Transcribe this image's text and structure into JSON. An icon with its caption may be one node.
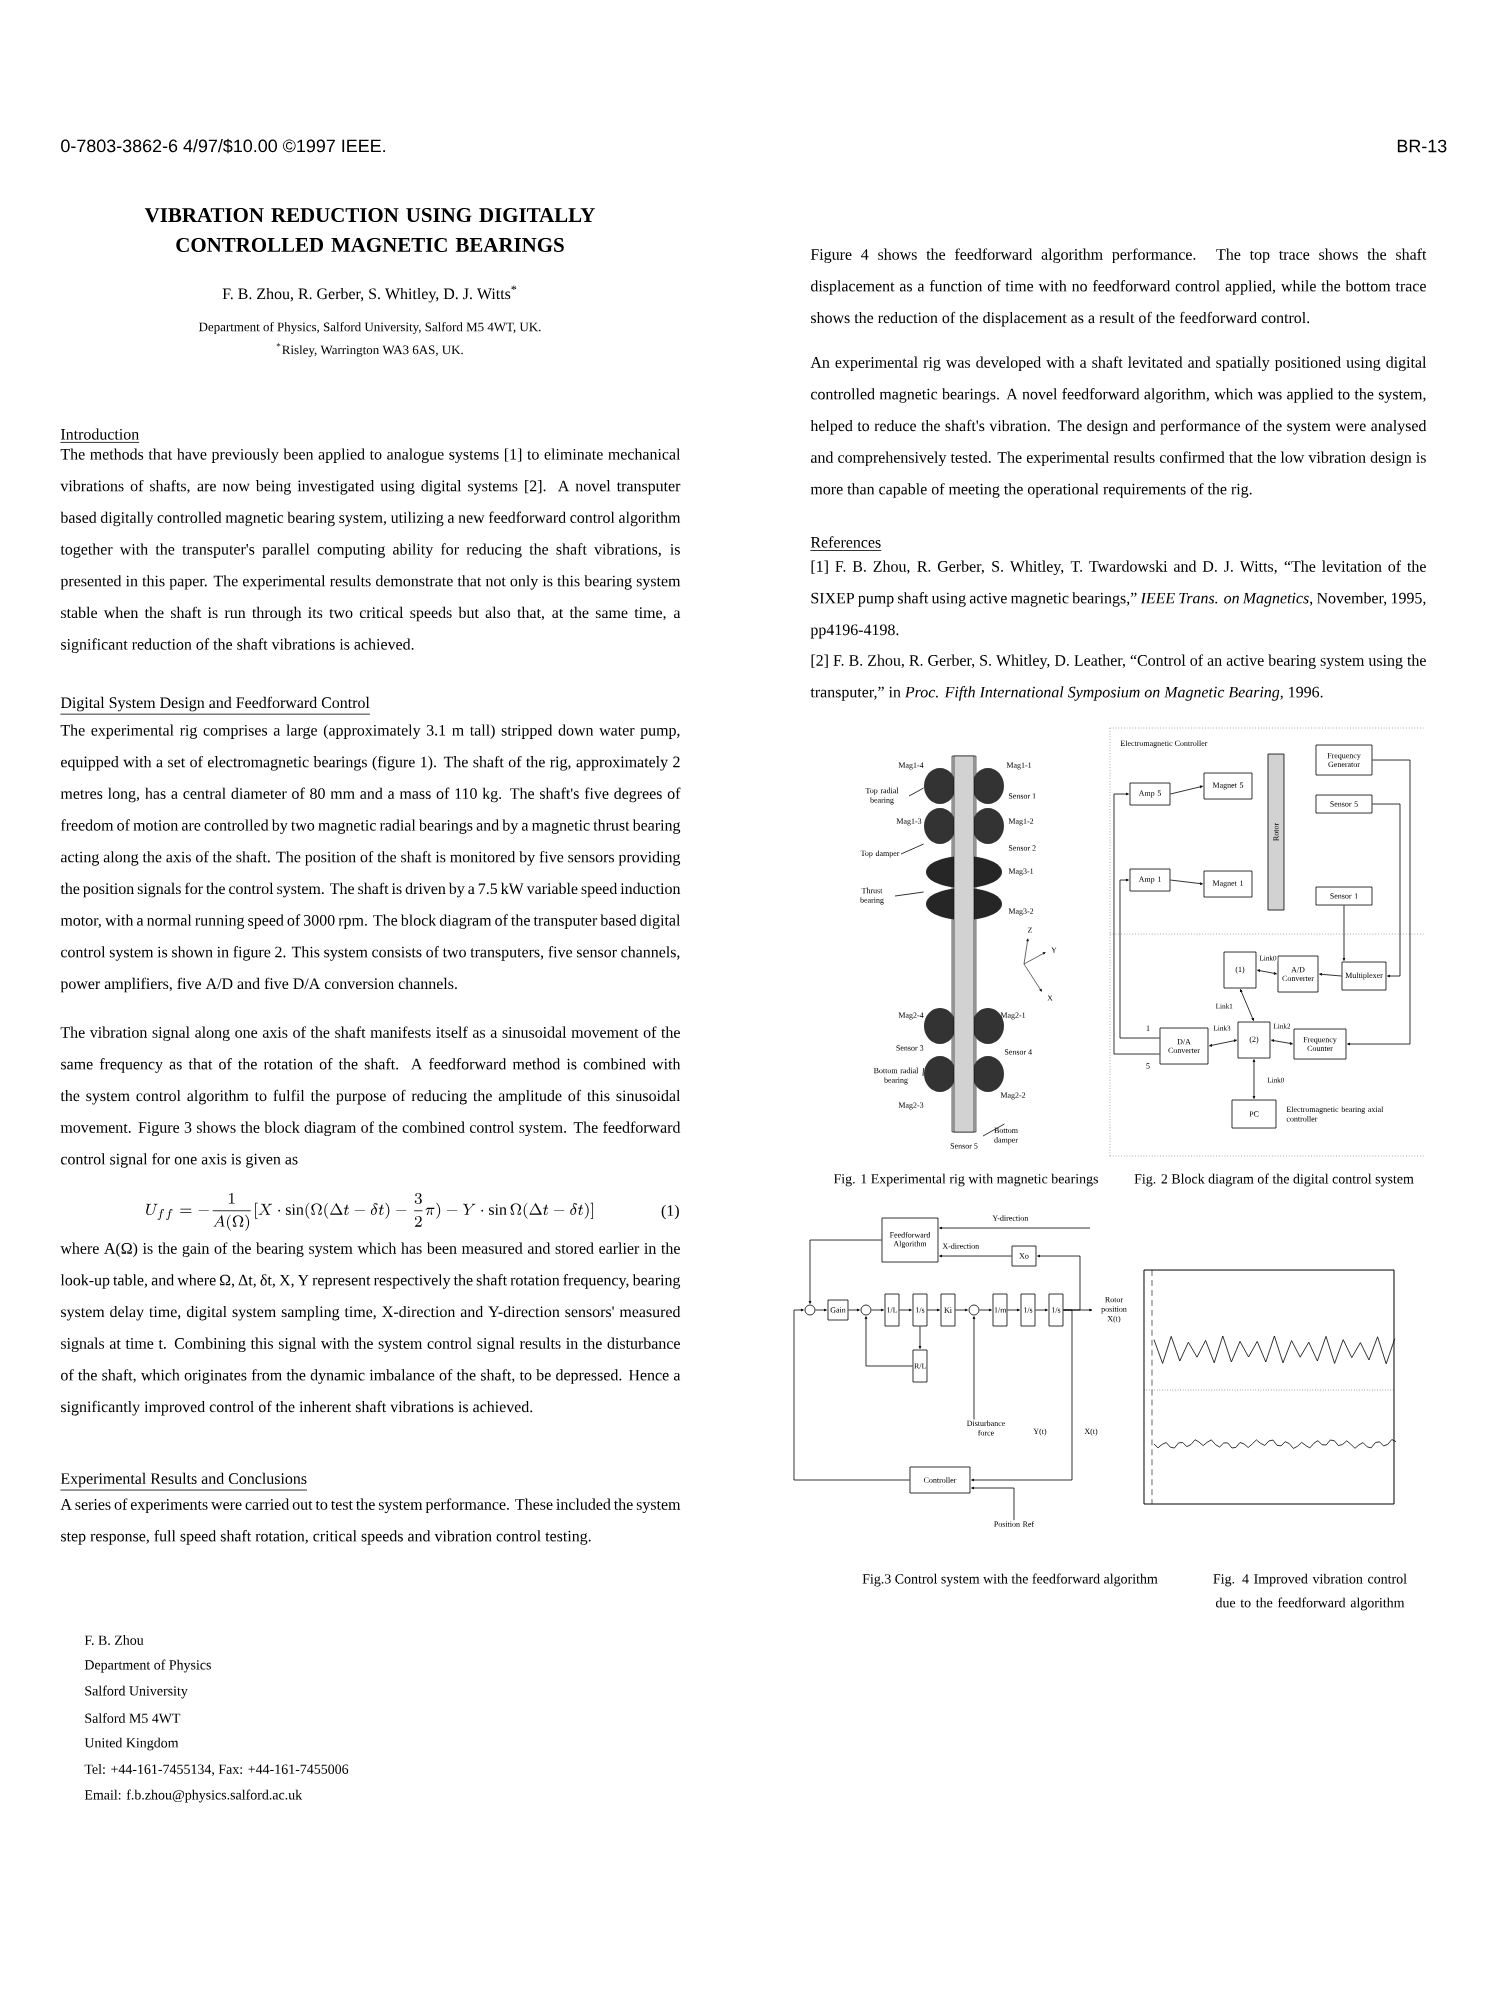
{
  "diagram": {
    "title": "VIBRATION REDUCTION USING DIGITALLY CONTROLLED MAGNETIC BEARINGS",
    "nodes": [
      {
        "text": [
          "Top radial bearing"
        ]
      },
      {
        "text": [
          "Top damper"
        ]
      },
      {
        "text": [
          "Thrust bearing"
        ]
      },
      {
        "text": [
          "Bottom radial bearing"
        ]
      },
      {
        "text": [
          "Bottom damper"
        ]
      },
      {
        "text": [
          "Amp 5"
        ]
      },
      {
        "text": [
          "Amp 1"
        ]
      },
      {
        "text": [
          "Magnet 5"
        ]
      },
      {
        "text": [
          "Magnet 1"
        ]
      },
      {
        "text": [
          "Rotor"
        ]
      },
      {
        "text": [
          "Frequency Generator"
        ]
      },
      {
        "text": [
          "Sensor 5"
        ]
      },
      {
        "text": [
          "Sensor 1"
        ]
      },
      {
        "text": [
          "(1)"
        ]
      },
      {
        "text": [
          "A/D Converter"
        ]
      },
      {
        "text": [
          "Multiplexer"
        ]
      },
      {
        "text": [
          "D/A Converter"
        ],
        "beside": [
          "1",
          "5"
        ]
      },
      {
        "text": [
          "(2)"
        ]
      },
      {
        "text": [
          "Frequency Counter"
        ]
      },
      {
        "text": [
          "PC"
        ]
      },
      {
        "text": [
          "Feedforward Algorithm"
        ]
      },
      {
        "text": [
          "Xo"
        ]
      },
      {
        "text": [],
        "shape": "circle"
      },
      {
        "text": [
          "Gain"
        ]
      },
      {
        "text": [],
        "shape": "circle"
      },
      {
        "text": [
          "1/L"
        ]
      },
      {
        "text": [
          "1/s"
        ]
      },
      {
        "text": [
          "Ki"
        ]
      },
      {
        "text": [],
        "shape": "circle"
      },
      {
        "text": [
          "1/m"
        ]
      },
      {
        "text": [
          "1/s"
        ]
      },
      {
        "text": [
          "1/s"
        ]
      },
      {
        "text": [
          "R/L"
        ]
      },
      {
        "text": [
          "Controller"
        ]
      },
      {
        "text": [],
        "shape": "picture"
      },
      {
        "text": [
          "Rotor position X(t)"
        ]
      },
      {
        "text": [
          "Disturbance force"
        ]
      },
      {
        "text": [
          "Position Ref"
        ]
      }
    ],
    "edges": [
      {
        "from": 0,
        "to": 34,
        "arrow": "none"
      },
      {
        "from": 1,
        "to": 34,
        "arrow": "none"
      },
      {
        "from": 2,
        "to": 34,
        "arrow": "none"
      },
      {
        "from": 3,
        "to": 34,
        "arrow": "none"
      },
      {
        "from": 4,
        "to": 34,
        "arrow": "none"
      },
      {
        "from": 5,
        "to": 7,
        "arrow": "to"
      },
      {
        "from": 6,
        "to": 8,
        "arrow": "to"
      },
      {
        "from": 11,
        "to": 15,
        "arrow": "to"
      },
      {
        "from": 12,
        "to": 15,
        "arrow": "to"
      },
      {
        "from": 10,
        "to": 18,
        "arrow": "to"
      },
      {
        "from": 15,
        "to": 14,
        "arrow": "to"
      },
      {
        "from": 14,
        "to": 13,
        "arrow": "both",
        "label": "Link0"
      },
      {
        "from": 13,
        "to": 17,
        "arrow": "both",
        "label": "Link1"
      },
      {
        "from": 16,
        "to": 17,
        "arrow": "both",
        "label": "Link3"
      },
      {
        "from": 17,
        "to": 18,
        "arrow": "both",
        "label": "Link2"
      },
      {
        "from": 17,
        "to": 19,
        "arrow": "both",
        "label": "Link0"
      },
      {
        "from": 16,
        "to": 6,
        "arrow": "to"
      },
      {
        "from": 16,
        "to": 5,
        "arrow": "to"
      },
      {
        "from": 22,
        "to": 23,
        "arrow": "to"
      },
      {
        "from": 23,
        "to": 24,
        "arrow": "to"
      },
      {
        "from": 24,
        "to": 25,
        "arrow": "to"
      },
      {
        "from": 25,
        "to": 26,
        "arrow": "to"
      },
      {
        "from": 26,
        "to": 27,
        "arrow": "to"
      },
      {
        "from": 26,
        "to": 32,
        "arrow": "to"
      },
      {
        "from": 32,
        "to": 24,
        "arrow": "to"
      },
      {
        "from": 27,
        "to": 28,
        "arrow": "to"
      },
      {
        "from": 28,
        "to": 29,
        "arrow": "to"
      },
      {
        "from": 29,
        "to": 30,
        "arrow": "to"
      },
      {
        "from": 30,
        "to": 31,
        "arrow": "to"
      },
      {
        "from": 31,
        "to": 35,
        "arrow": "to"
      },
      {
        "from": 31,
        "to": 33,
        "arrow": "to"
      },
      {
        "from": 33,
        "to": 22,
        "arrow": "to"
      },
      {
        "from": 31,
        "to": 21,
        "arrow": "to"
      },
      {
        "from": 21,
        "to": 20,
        "arrow": "to"
      },
      {
        "from": 20,
        "to": 22,
        "arrow": "to"
      },
      {
        "from": null,
        "to": 20,
        "arrow": "to"
      },
      {
        "from": 36,
        "to": 28,
        "arrow": "to"
      },
      {
        "from": 37,
        "to": 33,
        "arrow": "to"
      }
    ],
    "labels": [
      "0-7803-3862-6 4/97/$10.00 ©1997 IEEE.",
      "BR-13",
      "F. B. Zhou, R. Gerber, S. Whitley, D. J. Witts$^{*}$",
      "Department of Physics, Salford University, Salford M5 4WT, UK.",
      "$^{*}$Risley, Warrington WA3 6AS, UK.",
      "Introduction",
      "The methods that have previously been applied to analogue systems [1] to eliminate mechanical vibrations of shafts, are now being investigated using digital systems [2]. A novel transputer based digitally controlled magnetic bearing system, utilizing a new feedforward control algorithm together with the transputer's parallel computing ability for reducing the shaft vibrations, is presented in this paper. The experimental results demonstrate that not only is this bearing system stable when the shaft is run through its two critical speeds but also that, at the same time, a significant reduction of the shaft vibrations is achieved.",
      "Digital System Design and Feedforward Control",
      "The experimental rig comprises a large (approximately 3.1 m tall) stripped down water pump, equipped with a set of electromagnetic bearings (figure 1). The shaft of the rig, approximately 2 metres long, has a central diameter of 80 mm and a mass of 110 kg. The shaft's five degrees of freedom of motion are controlled by two magnetic radial bearings and by a magnetic thrust bearing acting along the axis of the shaft. The position of the shaft is monitored by five sensors providing the position signals for the control system. The shaft is driven by a 7.5 kW variable speed induction motor, with a normal running speed of 3000 rpm. The block diagram of the transputer based digital control system is shown in figure 2. This system consists of two transputers, five sensor channels, power amplifiers, five A/D and five D/A conversion channels.",
      "The vibration signal along one axis of the shaft manifests itself as a sinusoidal movement of the same frequency as that of the rotation of the shaft. A feedforward method is combined with the system control algorithm to fulfil the purpose of reducing the amplitude of this sinusoidal movement. Figure 3 shows the block diagram of the combined control system. The feedforward control signal for one axis is given as",
      "U_{ff}=-\\frac{1}{A(\\Omega)}[X\\cdot\\sin(\\Omega(\\Delta t-\\delta t)-\\frac{3}{2}\\pi)-Y\\cdot\\sin\\Omega(\\Delta t-\\delta t)]",
      "(1)",
      "where A(Ω) is the gain of the bearing system which has been measured and stored earlier in the look-up table, and where Ω, Δt, δt, X, Y represent respectively the shaft rotation frequency, bearing system delay time, digital system sampling time, X-direction and Y-direction sensors' measured signals at time t. Combining this signal with the system control signal results in the disturbance of the shaft, which originates from the dynamic imbalance of the shaft, to be depressed. Hence a significantly improved control of the inherent shaft vibrations is achieved.",
      "Experimental Results and Conclusions",
      "A series of experiments were carried out to test the system performance. These included the system step response, full speed shaft rotation, critical speeds and vibration control testing.",
      "F. B. Zhou",
      "Department of Physics",
      "Salford University",
      "Salford M5 4WT",
      "United Kingdom",
      "Tel: +44-161-7455134, Fax: +44-161-7455006",
      "Email: f.b.zhou@physics.salford.ac.uk",
      "Figure 4 shows the feedforward algorithm performance. The top trace shows the shaft displacement as a function of time with no feedforward control applied, while the bottom trace shows the reduction of the displacement as a result of the feedforward control.",
      "An experimental rig was developed with a shaft levitated and spatially positioned using digital controlled magnetic bearings. A novel feedforward algorithm, which was applied to the system, helped to reduce the shaft's vibration. The design and performance of the system were analysed and comprehensively tested. The experimental results confirmed that the low vibration design is more than capable of meeting the operational requirements of the rig.",
      "References",
      "[1] F. B. Zhou, R. Gerber, S. Whitley, T. Twardowski and D. J. Witts, “The levitation of the SIXEP pump shaft using active magnetic bearings,” *IEEE Trans. on Magnetics*, November, 1995, pp4196-4198.",
      "[2] F. B. Zhou, R. Gerber, S. Whitley, D. Leather, “Control of an active bearing system using the transputer,” in *Proc. Fifth International Symposium on Magnetic Bearing*, 1996.",
      "Electromagnetic Controller",
      "Electromagnetic bearing axial controller",
      "Mag1-4",
      "Mag1-1",
      "Sensor 1",
      "Mag1-3",
      "Mag1-2",
      "Sensor 2",
      "Mag3-1",
      "Mag3-2",
      "Z",
      "Y",
      "X",
      "Mag2-4",
      "Mag2-1",
      "Sensor 3",
      "Sensor 4",
      "Mag2-3",
      "Mag2-2",
      "Sensor 5",
      "Fig. 1 Experimental rig with magnetic bearings",
      "Fig. 2 Block diagram of the digital control system",
      "Y-direction",
      "X-direction",
      "Y(t)",
      "X(t)",
      "Fig.3 Control system with the feedforward algorithm",
      "Fig. 4 Improved vibration control due to the feedforward algorithm"
    ]
  }
}
